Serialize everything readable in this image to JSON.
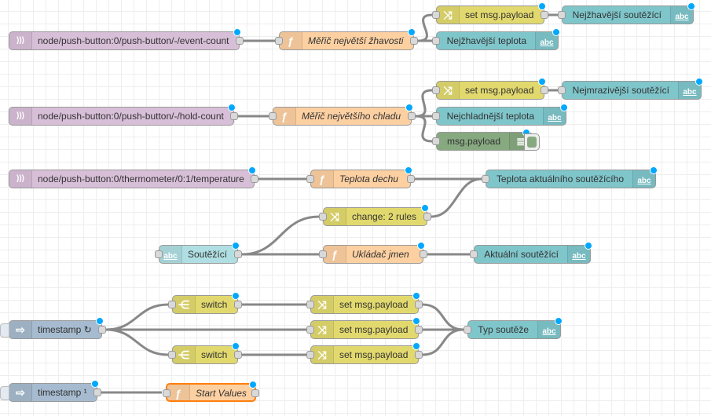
{
  "colors": {
    "mqtt": "#d8bfd8",
    "function": "#fdd0a2",
    "change": "#e2d96e",
    "switch": "#e2d96e",
    "ui_text": "#7fc6cb",
    "ui_text_input": "#b0dfe3",
    "debug": "#87a980",
    "inject": "#a6bbcf",
    "wire": "#888888",
    "status_dot": "#00a8ff"
  },
  "nodes": [
    {
      "id": "m1",
      "kind": "mqtt",
      "label": "node/push-button:0/push-button/-/event-count",
      "icon": "mqtt-icon"
    },
    {
      "id": "f1",
      "kind": "function",
      "label": "Měřič největší žhavosti",
      "icon": "function-icon"
    },
    {
      "id": "c1",
      "kind": "change",
      "label": "set msg.payload",
      "icon": "change-icon"
    },
    {
      "id": "t1",
      "kind": "ui_text",
      "label": "Nejžhavější soutěžící",
      "icon": "abc-icon"
    },
    {
      "id": "t2",
      "kind": "ui_text",
      "label": "Nejžhavější teplota",
      "icon": "abc-icon"
    },
    {
      "id": "m2",
      "kind": "mqtt",
      "label": "node/push-button:0/push-button/-/hold-count",
      "icon": "mqtt-icon"
    },
    {
      "id": "f2",
      "kind": "function",
      "label": "Měřič největšího chladu",
      "icon": "function-icon"
    },
    {
      "id": "c2",
      "kind": "change",
      "label": "set msg.payload",
      "icon": "change-icon"
    },
    {
      "id": "t3",
      "kind": "ui_text",
      "label": "Nejmrazivější soutěžící",
      "icon": "abc-icon"
    },
    {
      "id": "t4",
      "kind": "ui_text",
      "label": "Nejchladnější teplota",
      "icon": "abc-icon"
    },
    {
      "id": "d1",
      "kind": "debug",
      "label": "msg.payload",
      "icon": "debug-icon"
    },
    {
      "id": "m3",
      "kind": "mqtt",
      "label": "node/push-button:0/thermometer/0:1/temperature",
      "icon": "mqtt-icon"
    },
    {
      "id": "f3",
      "kind": "function",
      "label": "Teplota dechu",
      "icon": "function-icon"
    },
    {
      "id": "t5",
      "kind": "ui_text",
      "label": "Teplota aktuálního soutěžícího",
      "icon": "abc-icon"
    },
    {
      "id": "c3",
      "kind": "change",
      "label": "change: 2 rules",
      "icon": "change-icon"
    },
    {
      "id": "ti",
      "kind": "ui_text_input",
      "label": "Soutěžící",
      "icon": "abc-icon"
    },
    {
      "id": "f4",
      "kind": "function",
      "label": "Ukládač jmen",
      "icon": "function-icon"
    },
    {
      "id": "t6",
      "kind": "ui_text",
      "label": "Aktuální soutěžící",
      "icon": "abc-icon"
    },
    {
      "id": "i1",
      "kind": "inject",
      "label": "timestamp ↻",
      "icon": "inject-icon"
    },
    {
      "id": "s1",
      "kind": "switch",
      "label": "switch",
      "icon": "switch-icon"
    },
    {
      "id": "c4",
      "kind": "change",
      "label": "set msg.payload",
      "icon": "change-icon"
    },
    {
      "id": "c5",
      "kind": "change",
      "label": "set msg.payload",
      "icon": "change-icon"
    },
    {
      "id": "s2",
      "kind": "switch",
      "label": "switch",
      "icon": "switch-icon"
    },
    {
      "id": "c6",
      "kind": "change",
      "label": "set msg.payload",
      "icon": "change-icon"
    },
    {
      "id": "t7",
      "kind": "ui_text",
      "label": "Typ soutěže",
      "icon": "abc-icon"
    },
    {
      "id": "i2",
      "kind": "inject",
      "label": "timestamp ¹",
      "icon": "inject-icon"
    },
    {
      "id": "f5",
      "kind": "function",
      "label": "Start Values",
      "icon": "function-icon",
      "selected": true
    }
  ],
  "wires": [
    [
      "m1",
      "f1"
    ],
    [
      "f1",
      "c1"
    ],
    [
      "f1",
      "t2"
    ],
    [
      "c1",
      "t1"
    ],
    [
      "m2",
      "f2"
    ],
    [
      "f2",
      "c2"
    ],
    [
      "f2",
      "t4"
    ],
    [
      "f2",
      "d1"
    ],
    [
      "c2",
      "t3"
    ],
    [
      "m3",
      "f3"
    ],
    [
      "f3",
      "t5"
    ],
    [
      "c3",
      "t5"
    ],
    [
      "ti",
      "c3"
    ],
    [
      "ti",
      "f4"
    ],
    [
      "f4",
      "t6"
    ],
    [
      "i1",
      "s1"
    ],
    [
      "i1",
      "c5"
    ],
    [
      "i1",
      "s2"
    ],
    [
      "s1",
      "c4"
    ],
    [
      "s2",
      "c6"
    ],
    [
      "c4",
      "t7"
    ],
    [
      "c5",
      "t7"
    ],
    [
      "c6",
      "t7"
    ],
    [
      "i2",
      "f5"
    ]
  ]
}
